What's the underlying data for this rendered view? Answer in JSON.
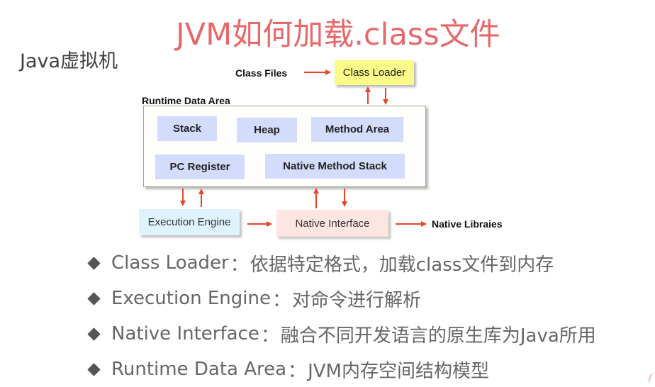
{
  "title": "JVM如何加载.class文件",
  "subtitle": "Java虚拟机",
  "colors": {
    "title": "#e8686a",
    "arrow": "#e8442a",
    "class_loader_box": "#fbfb8a",
    "runtime_inner_box": "#d4dcfb",
    "execution_engine_box": "#dff3fd",
    "native_interface_box": "#fde6e2"
  },
  "diagram": {
    "class_files_label": "Class Files",
    "class_loader": "Class Loader",
    "runtime_data_area": {
      "label": "Runtime Data Area",
      "components": [
        "Stack",
        "Heap",
        "Method Area",
        "PC Register",
        "Native Method Stack"
      ]
    },
    "execution_engine": "Execution Engine",
    "native_interface": "Native Interface",
    "native_libraries_label": "Native Libraies"
  },
  "bullets": [
    {
      "term": "Class Loader",
      "sep": "：",
      "desc": "依据特定格式，加载class文件到内存"
    },
    {
      "term": "Execution Engine",
      "sep": "：",
      "desc": "对命令进行解析"
    },
    {
      "term": "Native Interface",
      "sep": "：",
      "desc": "融合不同开发语言的原生库为Java所用"
    },
    {
      "term": "Runtime Data Area",
      "sep": "：",
      "desc": "JVM内存空间结构模型"
    }
  ]
}
